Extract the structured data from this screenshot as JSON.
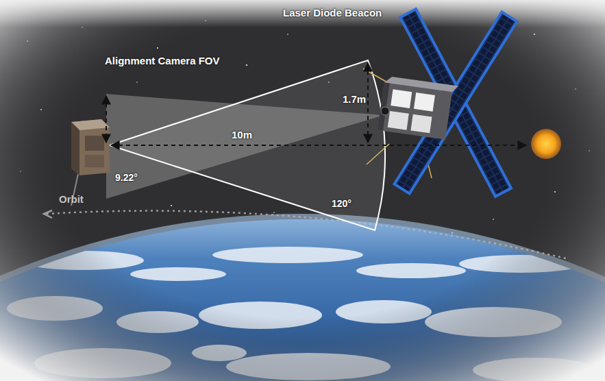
{
  "diagram": {
    "labels": [
      "Laser Diode Beacon",
      "Alignment Camera FOV",
      "1.7m",
      "10m",
      "9.22°",
      "120°",
      "Orbit"
    ]
  }
}
